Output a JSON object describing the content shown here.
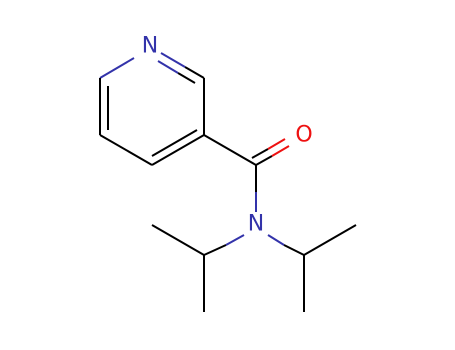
{
  "molecule": {
    "atoms": {
      "ring_nitrogen": {
        "symbol": "N",
        "color": "#3333aa"
      },
      "carbonyl_oxygen": {
        "symbol": "O",
        "color": "#ee1111"
      },
      "amide_nitrogen": {
        "symbol": "N",
        "color": "#3333aa"
      }
    },
    "colors": {
      "carbon_bond": "#000000",
      "nitrogen": "#3333aa",
      "oxygen": "#ee1111",
      "background": "#ffffff"
    }
  }
}
